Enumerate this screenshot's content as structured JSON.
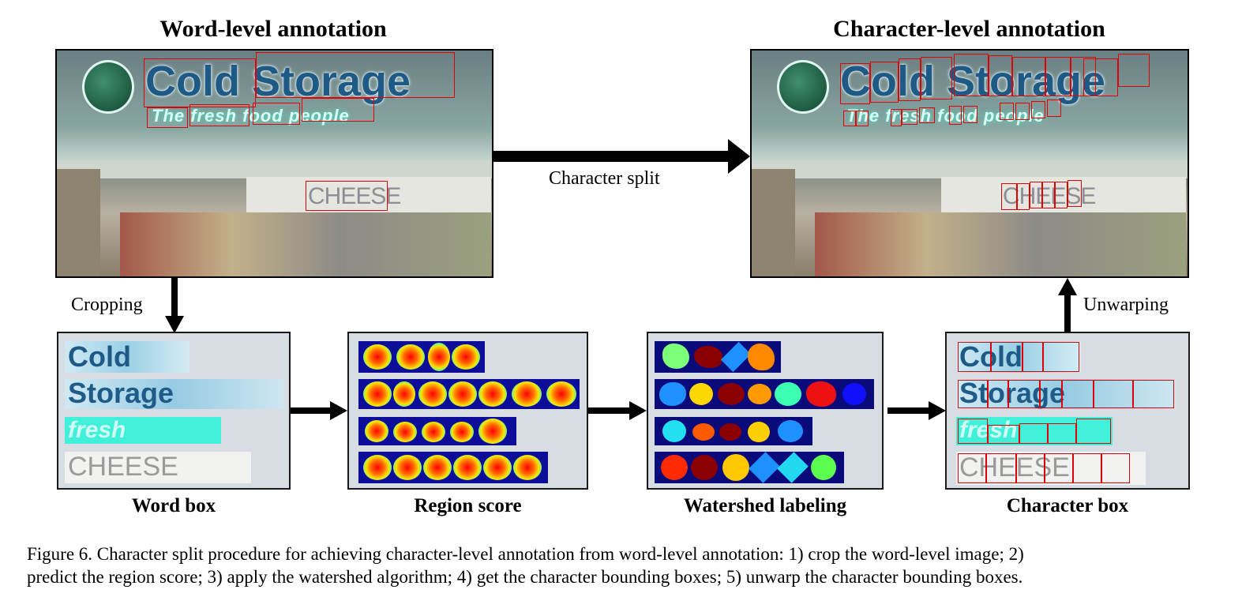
{
  "headings": {
    "word_level": "Word-level annotation",
    "char_level": "Character-level annotation"
  },
  "annotations": {
    "character_split": "Character  split",
    "cropping": "Cropping",
    "unwarping": "Unwarping"
  },
  "photo": {
    "sign_word_1": "Cold",
    "sign_word_2": "Storage",
    "tagline": "The fresh food people",
    "tagline_words": [
      "The",
      "fresh",
      "food",
      "people"
    ],
    "shop_sign": "CHEESE"
  },
  "stages": [
    {
      "label": "Word box"
    },
    {
      "label": "Region score"
    },
    {
      "label": "Watershed labeling"
    },
    {
      "label": "Character box"
    }
  ],
  "crops": [
    "Cold",
    "Storage",
    "fresh",
    "CHEESE"
  ],
  "caption": {
    "line1": "Figure 6. Character split procedure for achieving character-level annotation from word-level annotation: 1) crop the word-level image; 2)",
    "line2": "predict the region score; 3) apply the watershed algorithm; 4) get the character bounding boxes; 5) unwarp the character bounding boxes."
  },
  "colors": {
    "box_red": "#e00000",
    "panel_bg": "#d8dce3",
    "heat_bg": "#0d0d9a",
    "ws_bg": "#0a0a7a"
  }
}
